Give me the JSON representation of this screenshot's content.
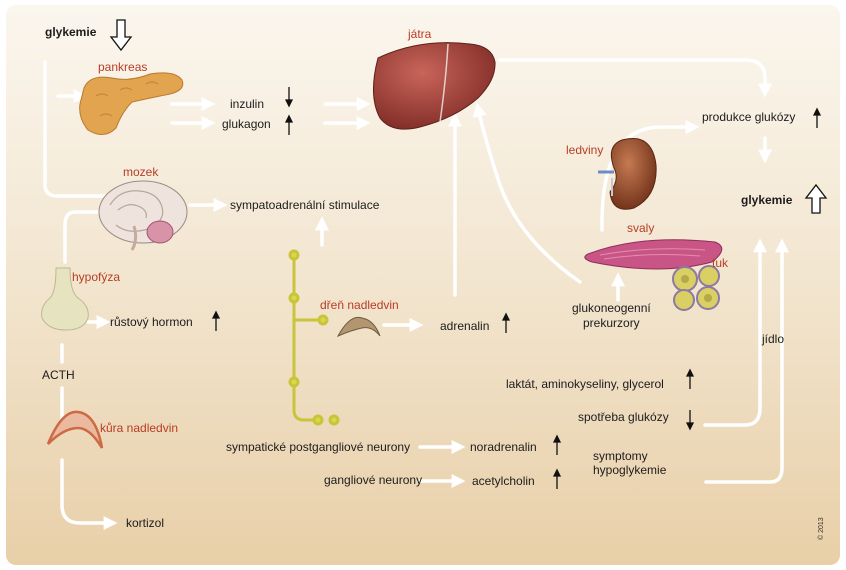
{
  "labels": {
    "glykemie_top": "glykemie",
    "pankreas": "pankreas",
    "inzulin": "inzulin",
    "glukagon": "glukagon",
    "jatra": "játra",
    "produkce": "produkce glukózy",
    "ledviny": "ledviny",
    "mozek": "mozek",
    "sympato": "sympatoadrenální stimulace",
    "glykemie_right": "glykemie",
    "svaly": "svaly",
    "tuk": "tuk",
    "hypofyza": "hypofýza",
    "rustovy": "růstový hormon",
    "dren": "dřeň nadledvin",
    "adrenalin": "adrenalin",
    "gluko1": "glukoneogenní",
    "gluko2": "prekurzory",
    "jidlo": "jídlo",
    "acth": "ACTH",
    "laktat": "laktát, aminokyseliny, glycerol",
    "spotreba": "spotřeba glukózy",
    "kura": "kůra nadledvin",
    "sympaticke": "sympatické postgangliové neurony",
    "noradrenalin": "noradrenalin",
    "symptomy1": "symptomy",
    "symptomy2": "hypoglykemie",
    "gangliove": "gangliové neurony",
    "acetylcholin": "acetylcholin",
    "kortizol": "kortizol",
    "copyright": "© 2013"
  },
  "colors": {
    "label_red": "#b83d25",
    "arrow_white": "#ffffff",
    "liver": "#a8453c",
    "pancreas": "#e2a44e",
    "kidney": "#9b5232",
    "muscle": "#c85586",
    "fat": "#d9cf63",
    "neuron": "#d9d84a"
  },
  "icons": [
    "liver-icon",
    "pancreas-icon",
    "brain-icon",
    "pituitary-icon",
    "kidney-icon",
    "muscle-icon",
    "fat-icon",
    "adrenal-medulla-icon",
    "adrenal-cortex-icon",
    "neuron-chain-icon"
  ]
}
